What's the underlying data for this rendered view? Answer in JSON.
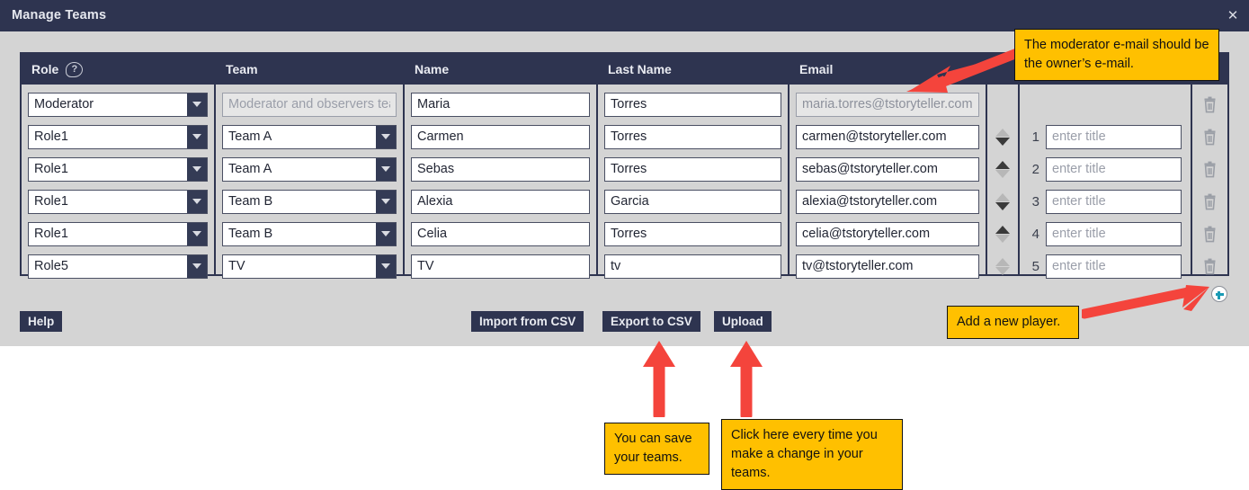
{
  "window": {
    "title": "Manage Teams",
    "close_label": "✕"
  },
  "grid": {
    "columns": [
      {
        "key": "role",
        "label": "Role",
        "has_help": true,
        "help_glyph": "?"
      },
      {
        "key": "team",
        "label": "Team",
        "has_help": false
      },
      {
        "key": "name",
        "label": "Name",
        "has_help": false
      },
      {
        "key": "last_name",
        "label": "Last Name",
        "has_help": false
      },
      {
        "key": "email",
        "label": "Email",
        "has_help": false
      }
    ],
    "rows": [
      {
        "role": "Moderator",
        "team": "",
        "team_placeholder": "Moderator and observers team",
        "name": "Maria",
        "last_name": "Torres",
        "email": "maria.torres@tstoryteller.com",
        "locked": true,
        "spinner_up": "off",
        "spinner_down": "off",
        "title_number": "",
        "title_placeholder": ""
      },
      {
        "role": "Role1",
        "team": "Team A",
        "team_placeholder": "",
        "name": "Carmen",
        "last_name": "Torres",
        "email": "carmen@tstoryteller.com",
        "locked": false,
        "spinner_up": "off",
        "spinner_down": "on",
        "title_number": "1",
        "title_placeholder": "enter title"
      },
      {
        "role": "Role1",
        "team": "Team A",
        "team_placeholder": "",
        "name": "Sebas",
        "last_name": "Torres",
        "email": "sebas@tstoryteller.com",
        "locked": false,
        "spinner_up": "on",
        "spinner_down": "off",
        "title_number": "2",
        "title_placeholder": "enter title"
      },
      {
        "role": "Role1",
        "team": "Team B",
        "team_placeholder": "",
        "name": "Alexia",
        "last_name": "Garcia",
        "email": "alexia@tstoryteller.com",
        "locked": false,
        "spinner_up": "off",
        "spinner_down": "on",
        "title_number": "3",
        "title_placeholder": "enter title"
      },
      {
        "role": "Role1",
        "team": "Team B",
        "team_placeholder": "",
        "name": "Celia",
        "last_name": "Torres",
        "email": "celia@tstoryteller.com",
        "locked": false,
        "spinner_up": "on",
        "spinner_down": "off",
        "title_number": "4",
        "title_placeholder": "enter title"
      },
      {
        "role": "Role5",
        "team": "TV",
        "team_placeholder": "",
        "name": "TV",
        "last_name": "tv",
        "email": "tv@tstoryteller.com",
        "locked": false,
        "spinner_up": "off",
        "spinner_down": "off",
        "title_number": "5",
        "title_placeholder": "enter title"
      }
    ]
  },
  "buttons": {
    "help": "Help",
    "import_csv": "Import from CSV",
    "export_csv": "Export to CSV",
    "upload": "Upload",
    "add_player": "+"
  },
  "callouts": {
    "email": "The moderator e-mail should be the owner’s e-mail.",
    "add_player": "Add a new player.",
    "export": "You can save your teams.",
    "upload": "Click here every time you make a change in your teams."
  },
  "colors": {
    "header_navy": "#2e3450",
    "panel_gray": "#d4d4d4",
    "callout_yellow": "#ffc000",
    "arrow_red": "#f4443c",
    "plus_teal": "#1a9bb5"
  }
}
